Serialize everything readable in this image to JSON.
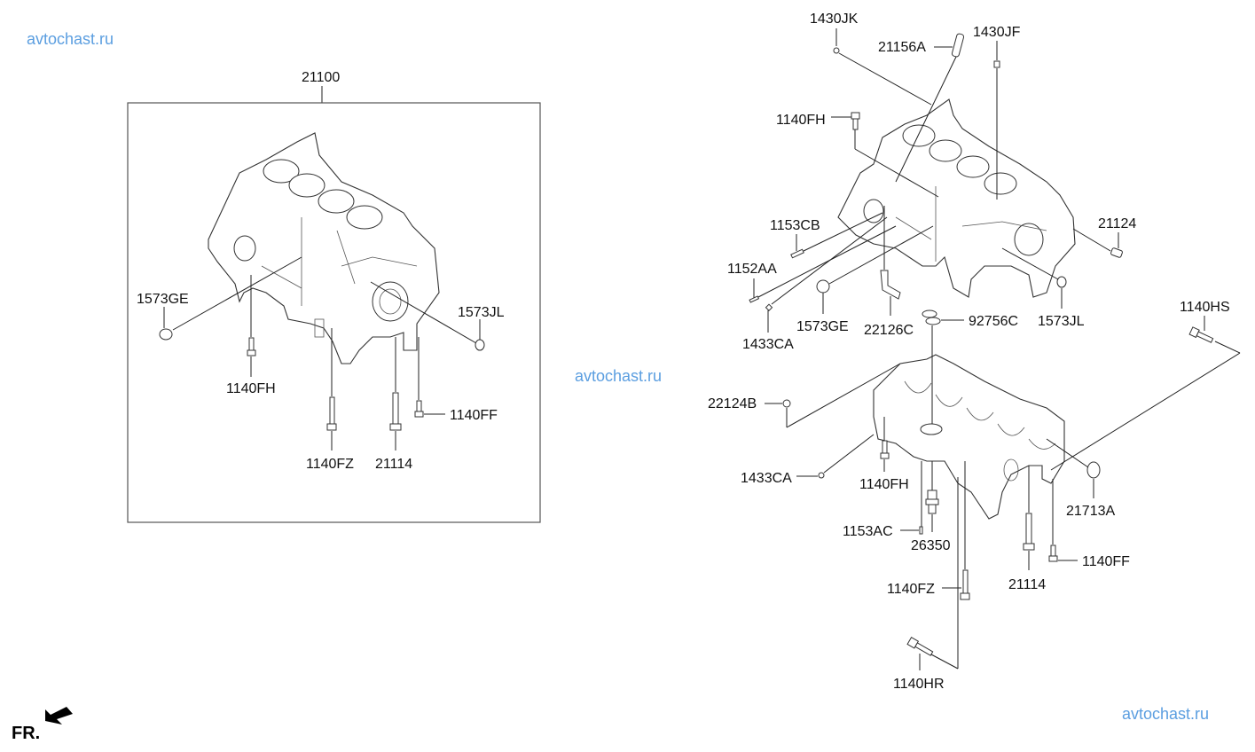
{
  "watermarks": [
    "avtochast.ru",
    "avtochast.ru",
    "avtochast.ru"
  ],
  "direction_indicator": {
    "label": "FR.",
    "icon": "arrow-down-left-icon"
  },
  "assembly": {
    "part_number": "21100",
    "labels": {
      "seal_left": "1573GE",
      "seal_right": "1573JL",
      "bolt_fh": "1140FH",
      "bolt_fz": "1140FZ",
      "bolt_main": "21114",
      "bolt_ff": "1140FF"
    }
  },
  "exploded": {
    "labels": {
      "plug_jk": "1430JK",
      "pin_21156a": "21156A",
      "plug_jf": "1430JF",
      "bolt_fh_top": "1140FH",
      "plug_cb": "1153CB",
      "plug_aa": "1152AA",
      "plug_ca_top": "1433CA",
      "seal_ge": "1573GE",
      "pipe_22126c": "22126C",
      "oring_92756c": "92756C",
      "seal_jl": "1573JL",
      "dowel_21124": "21124",
      "bolt_hs": "1140HS",
      "dowel_22124b": "22124B",
      "plug_ca_bottom": "1433CA",
      "bolt_fh_bottom": "1140FH",
      "seal_21713a": "21713A",
      "plug_ac": "1153AC",
      "sensor_26350": "26350",
      "bolt_21114": "21114",
      "bolt_ff": "1140FF",
      "bolt_fz": "1140FZ",
      "bolt_hr": "1140HR"
    }
  }
}
